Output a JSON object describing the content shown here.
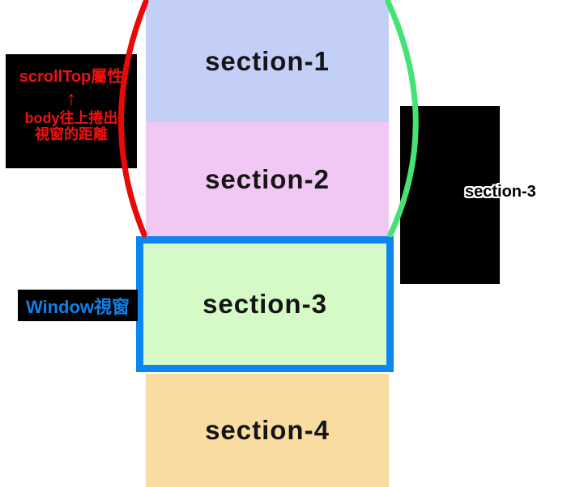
{
  "sections": [
    {
      "label": "section-1",
      "color": "#c4cff7"
    },
    {
      "label": "section-2",
      "color": "#f0c8f3"
    },
    {
      "label": "section-3",
      "color": "#d5fac6"
    },
    {
      "label": "section-4",
      "color": "#f9dda0"
    }
  ],
  "viewport": {
    "border_color": "#0c85f0",
    "label": "Window視窗",
    "label_color": "#0f80ea",
    "label_box_color": "#000000"
  },
  "scrolltop_annotation": {
    "line1": "scrollTop屬性",
    "arrow": "↑",
    "line2": "body往上捲出",
    "line3": "視窗的距離",
    "text_color": "#ee1111",
    "box_color": "#000000"
  },
  "right_annotation": {
    "label": "section-3",
    "box_color": "#000000"
  },
  "arcs": {
    "left_arc_color": "#e90909",
    "right_arc_color": "#45e275"
  }
}
